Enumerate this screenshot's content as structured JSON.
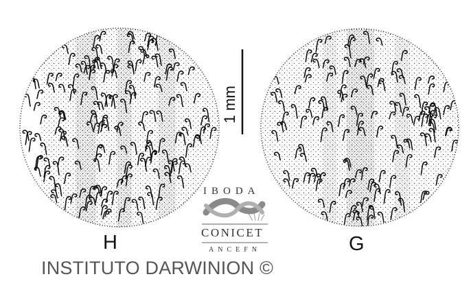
{
  "panels": [
    {
      "label": "H"
    },
    {
      "label": "G"
    }
  ],
  "scale_bar": {
    "text": "1 mm"
  },
  "logo": {
    "top_text": "IBODA",
    "middle_text": "CONICET",
    "bottom_text": "ANCEFN"
  },
  "credit": "INSTITUTO DARWINION ©",
  "colors": {
    "ink": "#111111",
    "logo_gray": "#7a7a7a",
    "credit_gray": "#555555"
  }
}
